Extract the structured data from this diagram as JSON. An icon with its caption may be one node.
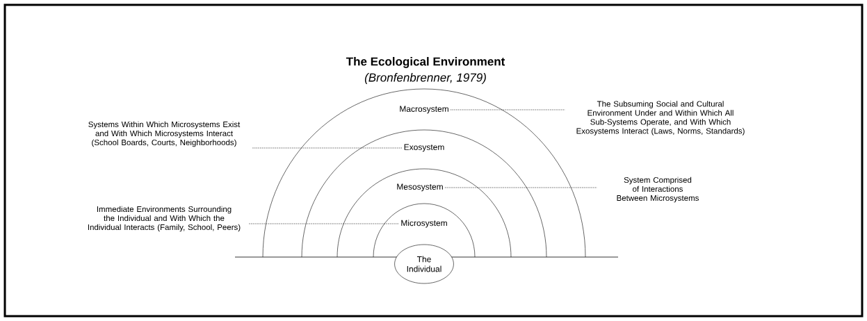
{
  "diagram": {
    "title": "The Ecological Environment",
    "caption": "(Bronfenbrenner, 1979)",
    "nodes": [
      {
        "text": [
          "Macrosystem"
        ]
      },
      {
        "text": [
          "Exosystem"
        ]
      },
      {
        "text": [
          "Mesosystem"
        ]
      },
      {
        "text": [
          "Microsystem"
        ]
      },
      {
        "text": [
          "The Individual"
        ]
      },
      {
        "text": [
          "The Subsuming Social and Cultural Environment Under and Within Which All Sub-Systems Operate, and With Which Exosystems Interact (Laws, Norms, Standards)"
        ]
      },
      {
        "text": [
          "Systems Within Which Microsystems Exist and With Which Microsystems Interact (School Boards, Courts, Neighborhoods)"
        ]
      },
      {
        "text": [
          "System Comprised of Interactions Between Microsystems"
        ]
      },
      {
        "text": [
          "Immediate Environments Surrounding the Individual and With Which the Individual Interacts (Family, School, Peers)"
        ]
      }
    ],
    "edges": [
      {
        "from": 0,
        "to": 5,
        "arrow": "none",
        "style": "dashed"
      },
      {
        "from": 6,
        "to": 1,
        "arrow": "none",
        "style": "dashed"
      },
      {
        "from": 2,
        "to": 7,
        "arrow": "none",
        "style": "dashed"
      },
      {
        "from": 8,
        "to": 3,
        "arrow": "none",
        "style": "dashed"
      }
    ]
  }
}
